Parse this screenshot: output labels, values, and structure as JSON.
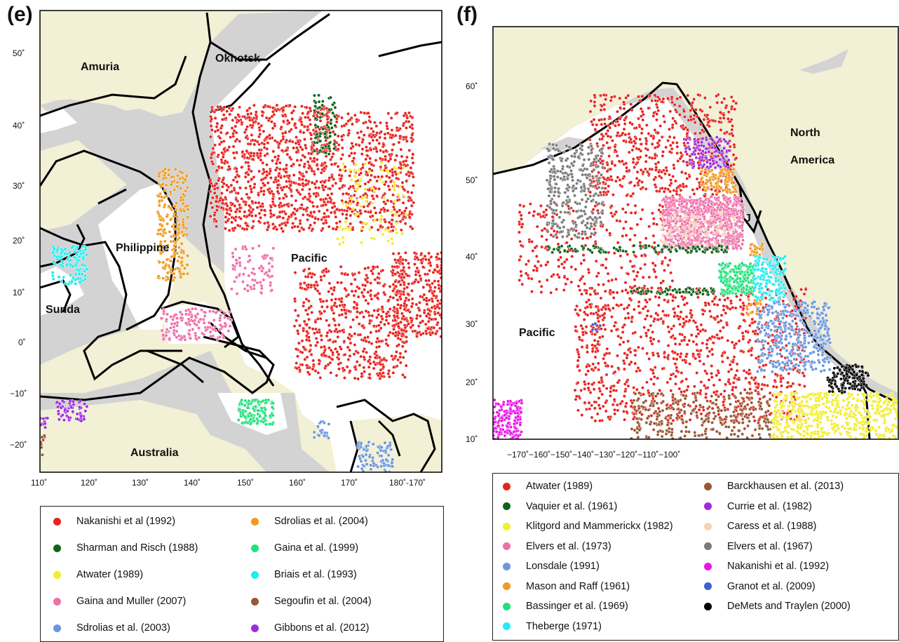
{
  "panel_e": {
    "letter": "(e)",
    "labels": {
      "amuria": "Amuria",
      "okhotsk": "Okhotsk",
      "philippine": "Philippine",
      "pacific": "Pacific",
      "sunda": "Sunda",
      "australia": "Australia"
    },
    "lat_ticks": [
      "50˚",
      "40˚",
      "30˚",
      "20˚",
      "10˚",
      "0˚",
      "−10˚",
      "−20˚"
    ],
    "lon_ticks": [
      "110˚",
      "120˚",
      "130˚",
      "140˚",
      "150˚",
      "160˚",
      "170˚",
      "180˚-170˚"
    ]
  },
  "panel_f": {
    "letter": "(f)",
    "labels": {
      "north": "North",
      "america": "America",
      "pacific": "Pacific",
      "j": "J"
    },
    "lat_ticks": [
      "60˚",
      "50˚",
      "40˚",
      "30˚",
      "20˚",
      "10˚"
    ],
    "lon_ticks": "−170˚−160˚−150˚−140˚−130˚−120˚−110˚−100˚"
  },
  "legend_e": [
    {
      "label": "Nakanishi et al (1992)",
      "color": "#e8231f"
    },
    {
      "label": "Sharman and Risch (1988)",
      "color": "#11631b"
    },
    {
      "label": "Atwater (1989)",
      "color": "#f2ee2a"
    },
    {
      "label": "Gaina and Muller (2007)",
      "color": "#f06fa8"
    },
    {
      "label": "Sdrolias et al. (2003)",
      "color": "#6a96e0"
    },
    {
      "label": "Sdrolias et al. (2004)",
      "color": "#f19a1e"
    },
    {
      "label": "Gaina et al. (1999)",
      "color": "#1ee27a"
    },
    {
      "label": "Briais et al. (1993)",
      "color": "#22ecf0"
    },
    {
      "label": "Segoufin et al. (2004)",
      "color": "#9c5632"
    },
    {
      "label": "Gibbons et al. (2012)",
      "color": "#9b2ce0"
    }
  ],
  "legend_f": [
    {
      "label": "Atwater (1989)",
      "color": "#e8231f"
    },
    {
      "label": "Vaquier et al. (1961)",
      "color": "#11631b"
    },
    {
      "label": "Klitgord and Mammerickx (1982)",
      "color": "#f2ee2a"
    },
    {
      "label": "Elvers et al. (1973)",
      "color": "#f06fa8"
    },
    {
      "label": "Lonsdale (1991)",
      "color": "#6a96e0"
    },
    {
      "label": "Mason and Raff (1961)",
      "color": "#f19a1e"
    },
    {
      "label": "Bassinger et al. (1969)",
      "color": "#1ee27a"
    },
    {
      "label": "Theberge (1971)",
      "color": "#22ecf0"
    },
    {
      "label": "Barckhausen et al. (2013)",
      "color": "#9c5632"
    },
    {
      "label": "Currie et al. (1982)",
      "color": "#9b2ce0"
    },
    {
      "label": "Caress et al. (1988)",
      "color": "#f6d3b4"
    },
    {
      "label": "Elvers et al. (1967)",
      "color": "#7b7b7b"
    },
    {
      "label": "Nakanishi et al. (1992)",
      "color": "#ea14e5"
    },
    {
      "label": "Granot et al. (2009)",
      "color": "#3a5fd6"
    },
    {
      "label": "DeMets and Traylen (2000)",
      "color": "#000000"
    }
  ],
  "colors": {
    "land": "#f2f0d5",
    "shelf": "#d3d3d3",
    "ocean": "#ffffff",
    "boundary": "#000000"
  }
}
